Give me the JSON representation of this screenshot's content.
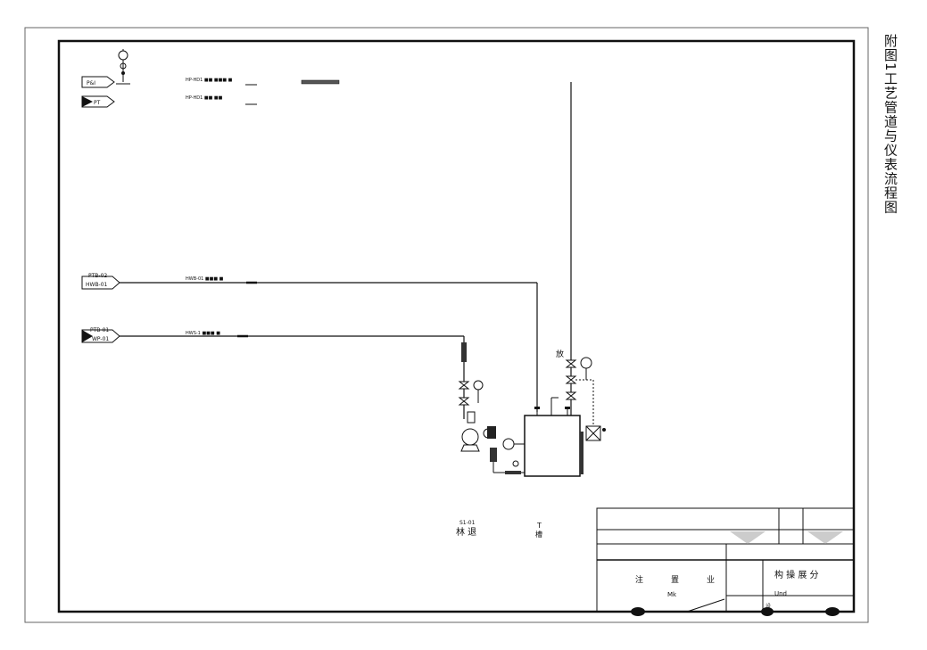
{
  "caption": "附图1工艺管道与仪表流程图",
  "legend": {
    "row1_label": "HP-HD1 ■■ ■■■ ■",
    "row2_label": "HP-HD1 ■■ ■■",
    "tag1": "P&I",
    "tag2": "PT"
  },
  "streams": {
    "upper_source_tag": "PTB-02",
    "upper_source_sub": "HWB-01",
    "upper_line_label": "HWB-01 ■■■ ■",
    "lower_source_tag": "PTB-01",
    "lower_source_sub": "WP-01",
    "lower_line_label": "HWS-1 ■■■ ■"
  },
  "annotations": {
    "vent_label": "放",
    "bottom_left_top": "S1-01",
    "bottom_left_main": "林 退",
    "bottom_mid_top": "T",
    "bottom_mid_main": "槽"
  },
  "title_block": {
    "cell_a": "注",
    "cell_b": "置",
    "cell_c": "业",
    "cell_d": "Mk",
    "right_main": "构 操 展 分",
    "right_sub": "Und",
    "right_small": "设"
  },
  "colors": {
    "ink": "#111111",
    "frame": "#555555"
  }
}
